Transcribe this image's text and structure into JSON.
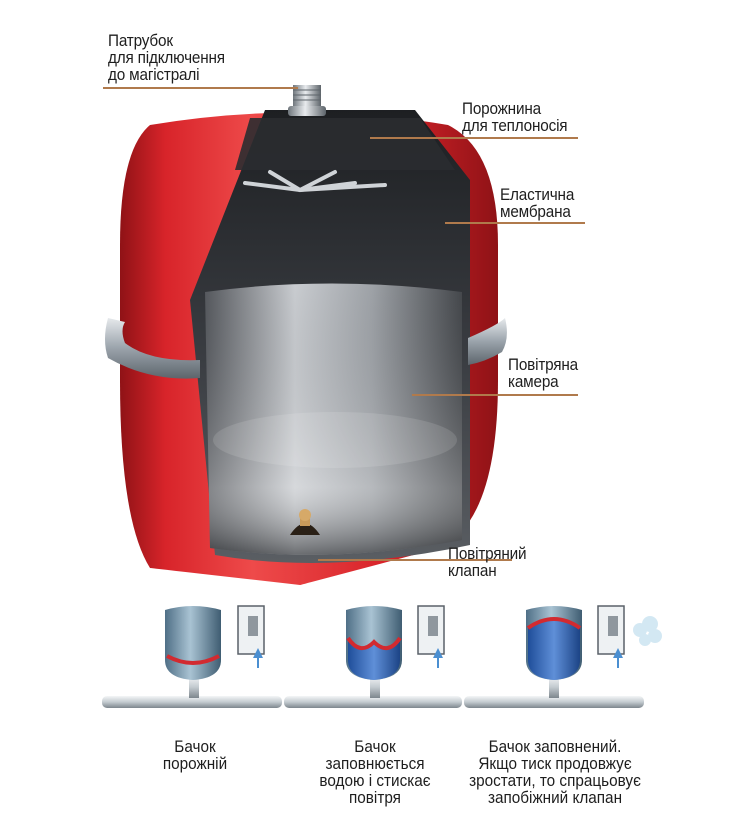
{
  "callouts": {
    "connection_pipe": [
      "Патрубок",
      "для підключення",
      "до магістралі"
    ],
    "heat_carrier_cavity": [
      "Порожнина",
      "для теплоносія"
    ],
    "elastic_membrane": [
      "Еластична",
      "мембрана"
    ],
    "air_chamber": [
      "Повітряна",
      "камера"
    ],
    "air_valve": [
      "Повітряний",
      "клапан"
    ]
  },
  "stages": [
    {
      "caption": [
        "Бачок",
        "порожній"
      ],
      "fill_fraction": 0.0
    },
    {
      "caption": [
        "Бачок",
        "заповнюється",
        "водою і стискає",
        "повітря"
      ],
      "fill_fraction": 0.5
    },
    {
      "caption": [
        "Бачок заповнений.",
        "Якщо тиск продовжує",
        "зростати, то спрацьовує",
        "запобіжний клапан"
      ],
      "fill_fraction": 1.0
    }
  ],
  "colors": {
    "tank_red": "#d8242a",
    "tank_red_dark": "#a0141a",
    "steel": "#9aa3ab",
    "leader": "#b07a4c",
    "water_blue": "#2f62b8",
    "membrane_red": "#d22a30"
  }
}
